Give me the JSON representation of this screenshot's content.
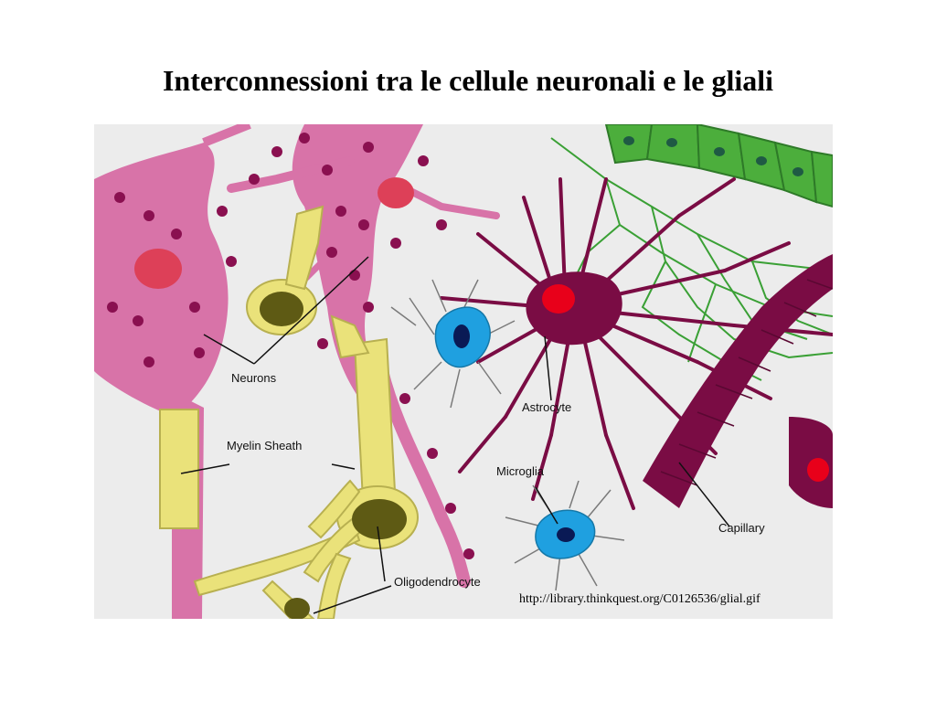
{
  "slide": {
    "title": "Interconnessioni tra le cellule neuronali e le gliali"
  },
  "figure": {
    "labels": {
      "neurons": "Neurons",
      "myelin": "Myelin Sheath",
      "astrocyte": "Astrocyte",
      "microglia": "Microglia",
      "capillary": "Capillary",
      "oligodendrocyte": "Oligodendrocyte"
    },
    "source_url": "http://library.thinkquest.org/C0126536/glial.gif"
  },
  "colors": {
    "background": "#ececec",
    "neuron": "#d873a8",
    "synapse": "#8a1050",
    "astrocyte": "#7a0c44",
    "nucleus_red": "#e8001a",
    "microglia": "#1fa0e0",
    "myelin": "#eae27a",
    "oligodendrocyte_nucleus": "#5e5a14",
    "epithelium": "#3aa035"
  }
}
